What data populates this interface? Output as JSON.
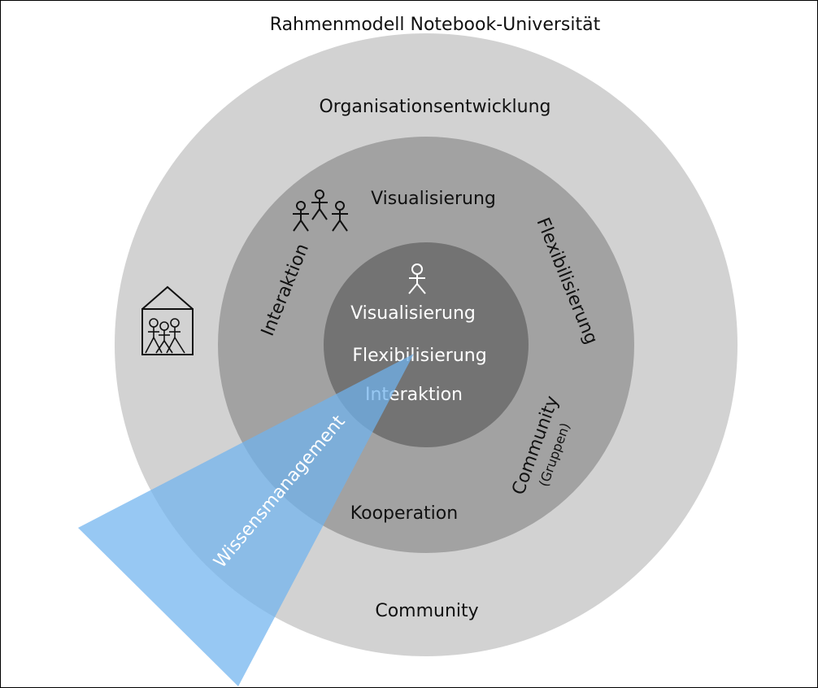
{
  "title": "Rahmenmodell Notebook-Universität",
  "outer_ring": {
    "top_label": "Organisationsentwicklung",
    "bottom_label": "Community",
    "icon": "group-house-icon"
  },
  "middle_ring": {
    "top_label": "Visualisierung",
    "left_label": "Interaktion",
    "right_label": "Flexibilisierung",
    "lower_right_label": "Community",
    "lower_right_sublabel": "(Gruppen)",
    "bottom_label": "Kooperation",
    "icon": "three-people-icon"
  },
  "inner_circle": {
    "labels": [
      "Visualisierung",
      "Flexibilisierung",
      "Interaktion"
    ],
    "icon": "single-person-icon"
  },
  "overlay": {
    "label": "Wissensmanagement",
    "color": "#6fb3ee"
  },
  "colors": {
    "outer_ring": "#d2d2d2",
    "middle_ring": "#a2a2a2",
    "inner_circle": "#737373"
  }
}
